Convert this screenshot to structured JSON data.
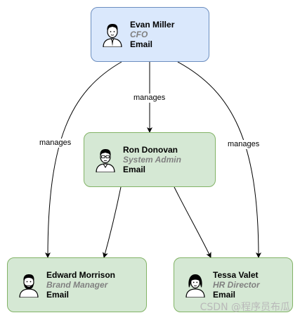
{
  "people": {
    "evan": {
      "name": "Evan Miller",
      "role": "CFO",
      "email": "Email",
      "avatar": "man-with-tie-avatar-icon"
    },
    "ron": {
      "name": "Ron Donovan",
      "role": "System Admin",
      "email": "Email",
      "avatar": "man-with-glasses-avatar-icon"
    },
    "edward": {
      "name": "Edward Morrison",
      "role": "Brand Manager",
      "email": "Email",
      "avatar": "bearded-man-avatar-icon"
    },
    "tessa": {
      "name": "Tessa Valet",
      "role": "HR Director",
      "email": "Email",
      "avatar": "woman-avatar-icon"
    }
  },
  "edges": {
    "evan_to_ron": "manages",
    "evan_to_edward": "manages",
    "evan_to_tessa": "manages"
  },
  "colors": {
    "manager_fill": "#dae8fc",
    "manager_border": "#6c8ebf",
    "staff_fill": "#d5e8d4",
    "staff_border": "#82b366"
  },
  "watermark": "CSDN @程序员布瓜"
}
